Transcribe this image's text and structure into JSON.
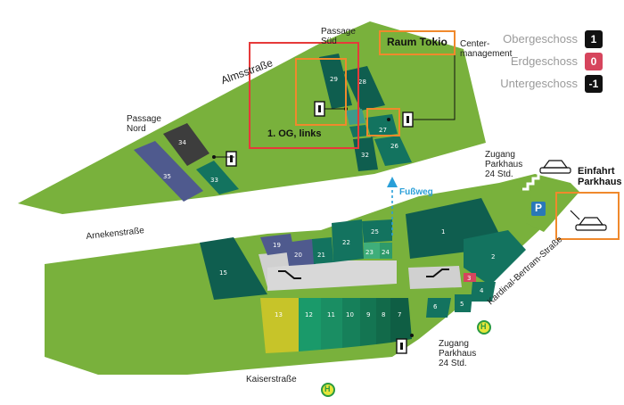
{
  "legend": {
    "upper": {
      "label": "Obergeschoss",
      "value": "1",
      "color": "#111111"
    },
    "ground": {
      "label": "Erdgeschoss",
      "value": "0",
      "color": "#d6455d"
    },
    "lower": {
      "label": "Untergeschoss",
      "value": "-1",
      "color": "#111111"
    }
  },
  "annotations": {
    "room": "Raum Tokio",
    "floor_note": "1. OG, links"
  },
  "streets": {
    "alms": "Almsstraße",
    "arneken": "Arnekenstraße",
    "kaiser": "Kaiserstraße",
    "kardinal": "Kardinal-Bertram-Straße"
  },
  "places": {
    "passage_sued_1": "Passage",
    "passage_sued_2": "Süd",
    "passage_nord_1": "Passage",
    "passage_nord_2": "Nord",
    "center_1": "Center-",
    "center_2": "management",
    "fussweg": "Fußweg",
    "zugang_top_1": "Zugang",
    "zugang_top_2": "Parkhaus",
    "zugang_top_3": "24 Std.",
    "einfahrt_1": "Einfahrt",
    "einfahrt_2": "Parkhaus",
    "zugang_bottom_1": "Zugang",
    "zugang_bottom_2": "Parkhaus",
    "zugang_bottom_3": "24 Std.",
    "bus_symbol": "H",
    "parking_symbol": "P"
  },
  "units": [
    "1",
    "2",
    "3",
    "4",
    "5",
    "6",
    "7",
    "8",
    "9",
    "10",
    "11",
    "12",
    "13",
    "15",
    "19",
    "20",
    "21",
    "22",
    "23",
    "24",
    "25",
    "26",
    "27",
    "28",
    "29",
    "32",
    "33",
    "34",
    "35"
  ],
  "colors": {
    "green": "#79b13c",
    "dark_teal": "#0f5e4f",
    "teal": "#13735f",
    "gray_unit": "#3d3d3d",
    "purple": "#4f5a8e",
    "yellow_unit": "#c7c429",
    "highlight_red": "#e63a3a",
    "highlight_orange": "#f0892c",
    "path_blue": "#2a9fd8",
    "walkway": "#d0d0d0"
  }
}
